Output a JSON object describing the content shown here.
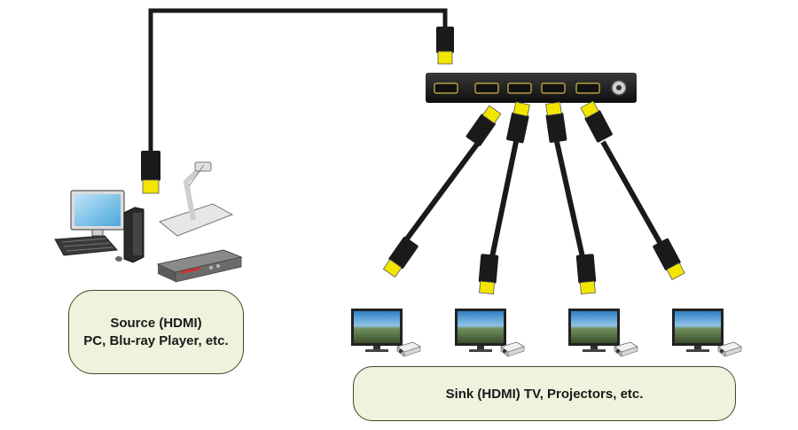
{
  "source": {
    "line1": "Source (HDMI)",
    "line2": "PC,  Blu-ray Player, etc."
  },
  "sink": {
    "label": "Sink (HDMI) TV, Projectors, etc."
  },
  "colors": {
    "box_fill": "#eef3dd",
    "box_border": "#3b4a2a",
    "cable": "#1a1a1a",
    "connector_tip": "#f2e600",
    "splitter_body": "#1b1b1b"
  },
  "icons": {
    "computer": "desktop-pc-icon",
    "document_camera": "document-camera-icon",
    "player": "blu-ray-player-icon",
    "splitter": "hdmi-splitter-icon",
    "display": "tv-monitor-icon",
    "projector": "projector-icon"
  }
}
